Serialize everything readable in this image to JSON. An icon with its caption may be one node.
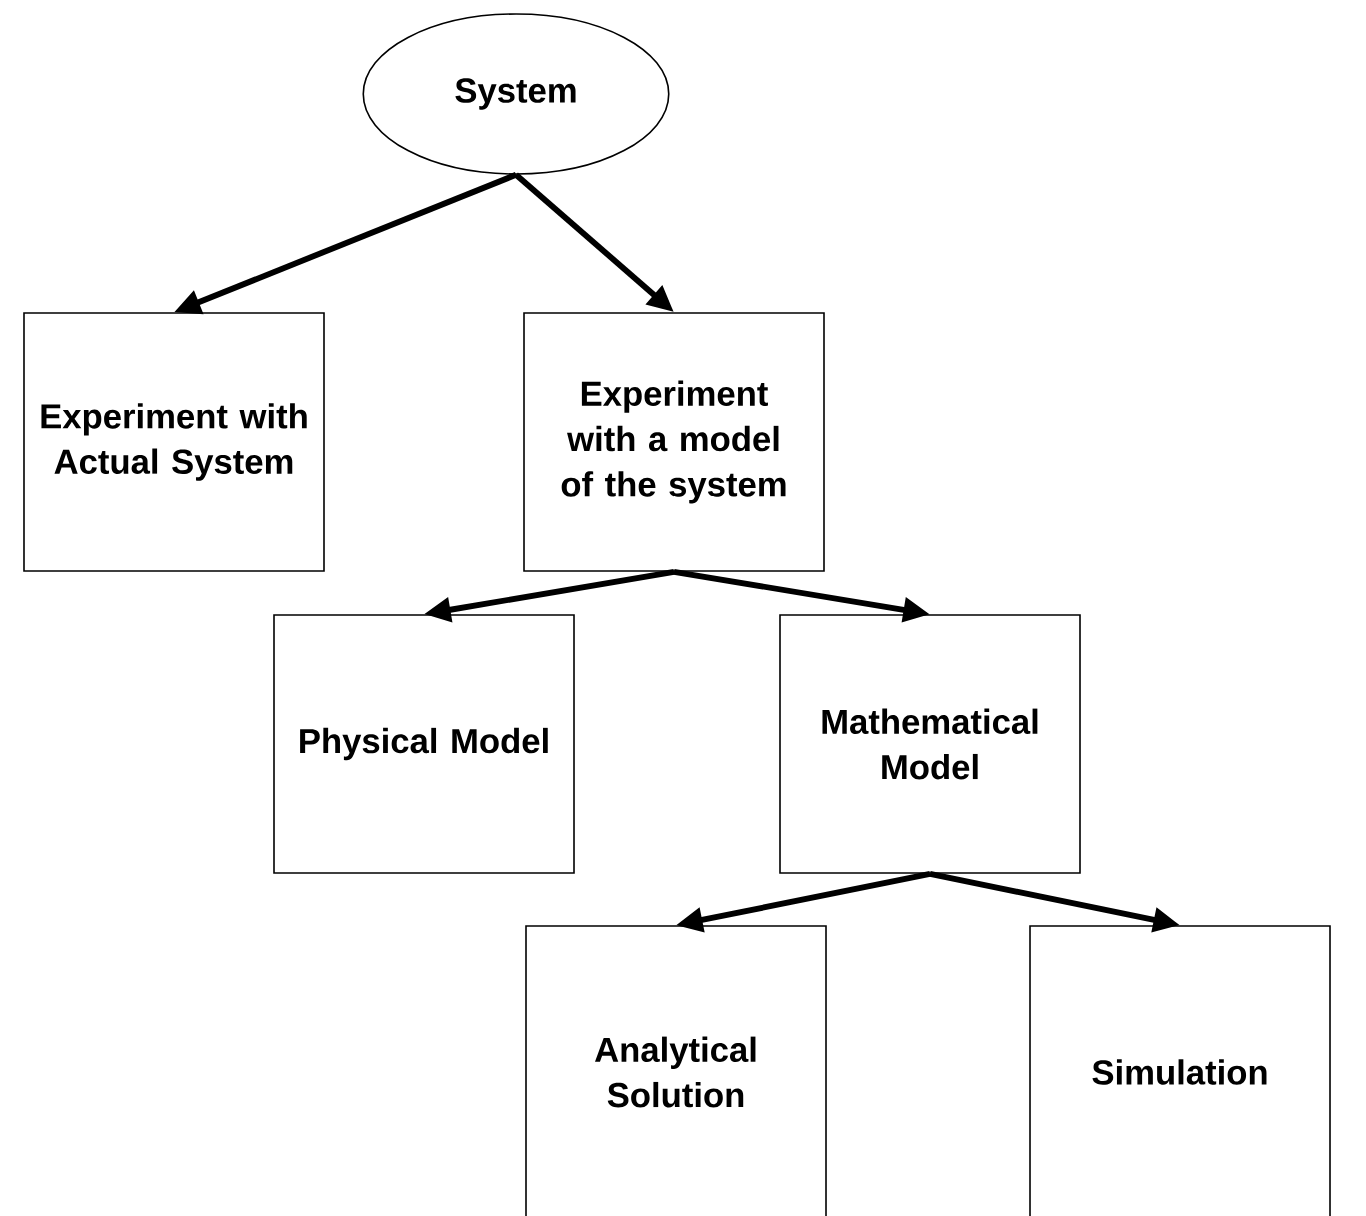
{
  "diagram": {
    "nodes": [
      {
        "text": [
          "System"
        ]
      },
      {
        "text": [
          "Experiment with Actual System"
        ]
      },
      {
        "text": [
          "Experiment with a model of the system"
        ]
      },
      {
        "text": [
          "Physical Model"
        ]
      },
      {
        "text": [
          "Mathematical Model"
        ]
      },
      {
        "text": [
          "Analytical Solution"
        ]
      },
      {
        "text": [
          "Simulation"
        ]
      }
    ],
    "edges": [
      {
        "from": 0,
        "to": 1,
        "arrow": "to"
      },
      {
        "from": 0,
        "to": 2,
        "arrow": "to"
      },
      {
        "from": 2,
        "to": 3,
        "arrow": "to"
      },
      {
        "from": 2,
        "to": 4,
        "arrow": "to"
      },
      {
        "from": 4,
        "to": 5,
        "arrow": "to"
      },
      {
        "from": 4,
        "to": 6,
        "arrow": "to"
      }
    ]
  }
}
